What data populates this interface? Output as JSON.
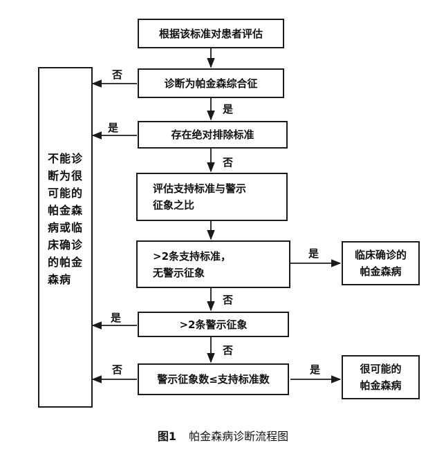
{
  "nodes": {
    "n1": [
      "根据该标准对患者评估"
    ],
    "n2": [
      "诊断为帕金森综合征"
    ],
    "n3": [
      "存在绝对排除标准"
    ],
    "n4": [
      "评估支持标准与警示",
      "征象之比"
    ],
    "n5": [
      ">2条支持标准，",
      "无警示征象"
    ],
    "n6": [
      ">2条警示征象"
    ],
    "n7": [
      "警示征象数≤支持标准数"
    ],
    "n8": [
      "临床确诊的",
      "帕金森病"
    ],
    "n9": [
      "很可能的",
      "帕金森病"
    ],
    "n10": [
      "不能诊",
      "断为很",
      "可能的",
      "帕金森",
      "病或临",
      "床确诊",
      "的帕金",
      "森病"
    ]
  },
  "labels": {
    "no_n2": "否",
    "yes_n2_n3": "是",
    "yes_n3": "是",
    "no_n3_n4": "否",
    "yes_n5": "是",
    "no_n5_n6": "否",
    "yes_n6": "是",
    "no_n6_n7": "否",
    "no_n7": "否",
    "yes_n7": "是"
  },
  "caption": {
    "figure": "图1",
    "title": "帕金森病诊断流程图"
  }
}
